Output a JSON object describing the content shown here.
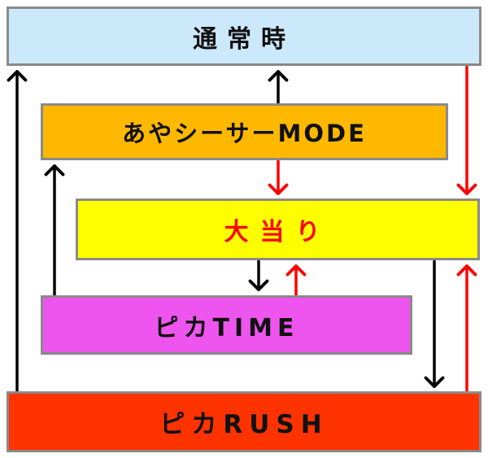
{
  "states": {
    "normal": {
      "label": "通常時",
      "fill": "#cce8fb"
    },
    "ayashi": {
      "label": "あやシーサーMODE",
      "fill": "#ffb800"
    },
    "ooatari": {
      "label": "大当り",
      "fill": "#ffff00",
      "text_color": "#ff0000"
    },
    "pikatime": {
      "label": "ピカTIME",
      "fill": "#ee55ee"
    },
    "pikarush": {
      "label": "ピカRUSH",
      "fill": "#ff3300"
    }
  },
  "colors": {
    "black_arrow": "#000000",
    "red_arrow": "#ff0000",
    "border": "#8a8a8a"
  },
  "transitions": [
    {
      "from": "ayashi",
      "to": "normal",
      "color": "black"
    },
    {
      "from": "ayashi",
      "to": "ooatari",
      "color": "red"
    },
    {
      "from": "normal",
      "to": "ooatari",
      "color": "red"
    },
    {
      "from": "ooatari",
      "to": "pikatime",
      "color": "black"
    },
    {
      "from": "pikatime",
      "to": "ooatari",
      "color": "red"
    },
    {
      "from": "pikatime",
      "to": "ayashi",
      "color": "black"
    },
    {
      "from": "ooatari",
      "to": "pikarush",
      "color": "black"
    },
    {
      "from": "pikarush",
      "to": "ooatari",
      "color": "red"
    },
    {
      "from": "pikarush",
      "to": "normal",
      "color": "black"
    }
  ]
}
